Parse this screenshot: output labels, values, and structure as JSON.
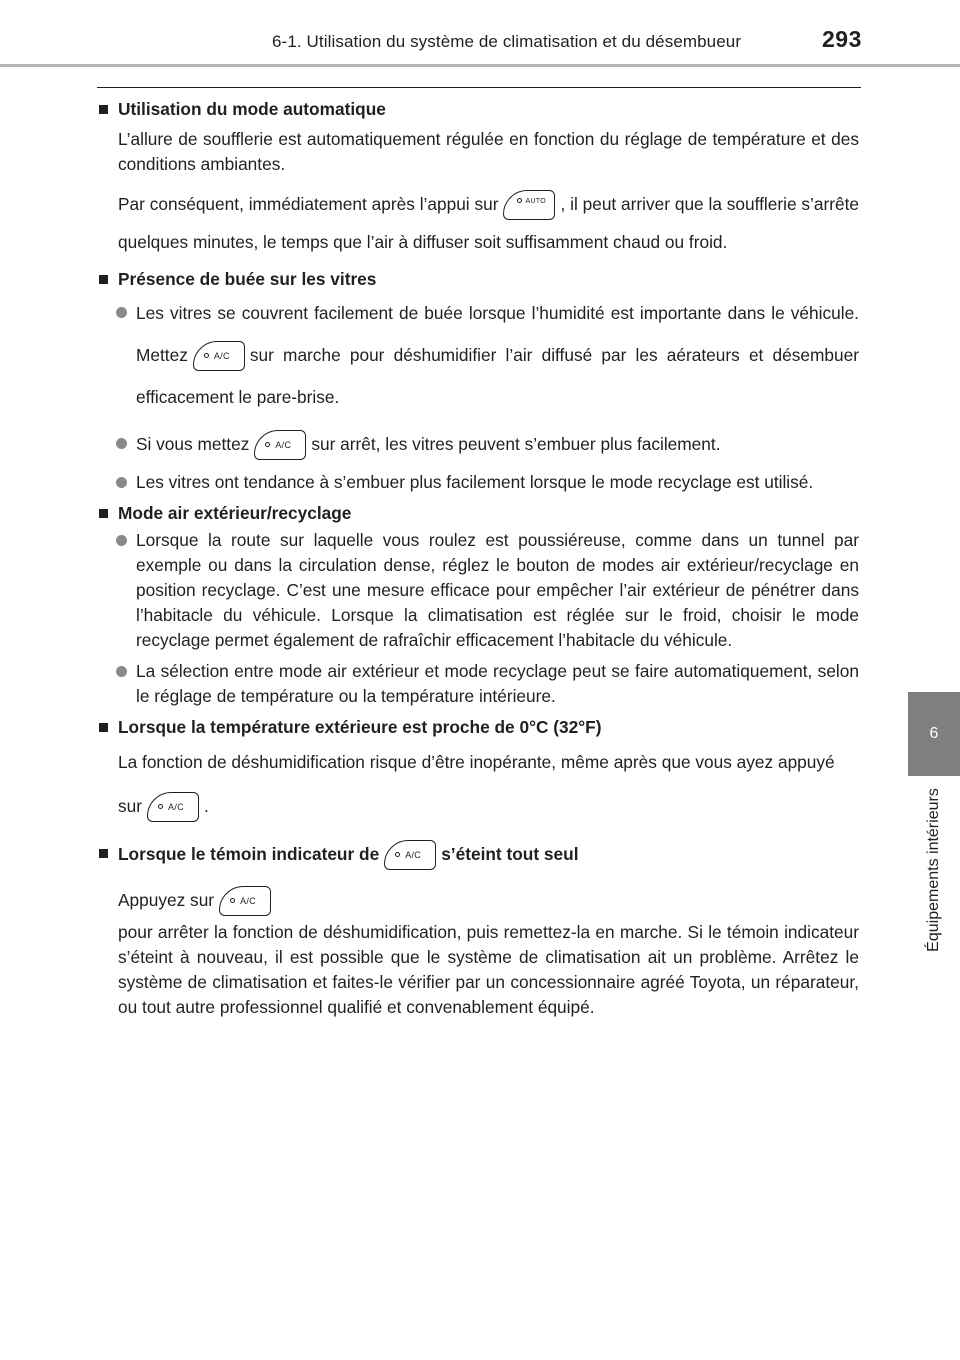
{
  "header": {
    "section_title": "6-1. Utilisation du système de climatisation et du désembueur",
    "page_number": "293"
  },
  "side_tab": {
    "chapter_number": "6",
    "chapter_title": "Équipements intérieurs"
  },
  "buttons": {
    "ac_label": "A/C",
    "auto_label": "AUTO"
  },
  "colors": {
    "text": "#231f20",
    "tab_gray": "#7f7f7f",
    "bullet_gray": "#8a8a8a",
    "rule_gray": "#b5b5b5"
  },
  "sections": {
    "auto_mode": {
      "heading": "Utilisation du mode automatique",
      "p1": "L’allure de soufflerie est automatiquement régulée en fonction du réglage de température et des conditions ambiantes.",
      "p2_before": "Par conséquent, immédiatement après l’appui sur",
      "p2_after": ", il peut arriver que la soufflerie s’arrête quelques minutes, le temps que l’air à diffuser soit suffisamment chaud ou froid."
    },
    "fog": {
      "heading": "Présence de buée sur les vitres",
      "b1_before": "Les vitres se couvrent facilement de buée lorsque l’humidité est importante dans le véhicule. Mettez",
      "b1_after": "sur marche pour déshumidifier l’air diffusé par les aérateurs et désembuer efficacement le pare-brise.",
      "b2_before": "Si vous mettez",
      "b2_after": "sur arrêt, les vitres peuvent s’embuer plus facilement.",
      "b3": "Les vitres ont tendance à s’embuer plus facilement lorsque le mode recyclage est utilisé."
    },
    "air_mode": {
      "heading": "Mode air extérieur/recyclage",
      "b1": "Lorsque la route sur laquelle vous roulez est poussiéreuse, comme dans un tunnel par exemple ou dans la circulation dense, réglez le bouton de modes air extérieur/recyclage en position recyclage. C’est une mesure efficace pour empêcher l’air extérieur de pénétrer dans l’habitacle du véhicule. Lorsque la climatisation est réglée sur le froid, choisir le mode recyclage permet également de rafraîchir efficacement l’habitacle du véhicule.",
      "b2": "La sélection entre mode air extérieur et mode recyclage peut se faire automatiquement, selon le réglage de température ou la température intérieure."
    },
    "cold": {
      "heading": "Lorsque la température extérieure est proche de 0°C (32°F)",
      "p_before": "La fonction de déshumidification risque d’être inopérante, même après que vous ayez appuyé sur",
      "p_after": "."
    },
    "indicator": {
      "heading_before": "Lorsque le témoin indicateur de",
      "heading_after": "s’éteint tout seul",
      "p_before": "Appuyez sur",
      "p_after": "pour arrêter la fonction de déshumidification, puis remettez-la en marche. Si le témoin indicateur s’éteint à nouveau, il est possible que le système de climatisation ait un problème. Arrêtez le système de climatisation et faites-le vérifier par un concessionnaire agréé Toyota, un réparateur, ou tout autre professionnel qualifié et convenablement équipé."
    }
  }
}
